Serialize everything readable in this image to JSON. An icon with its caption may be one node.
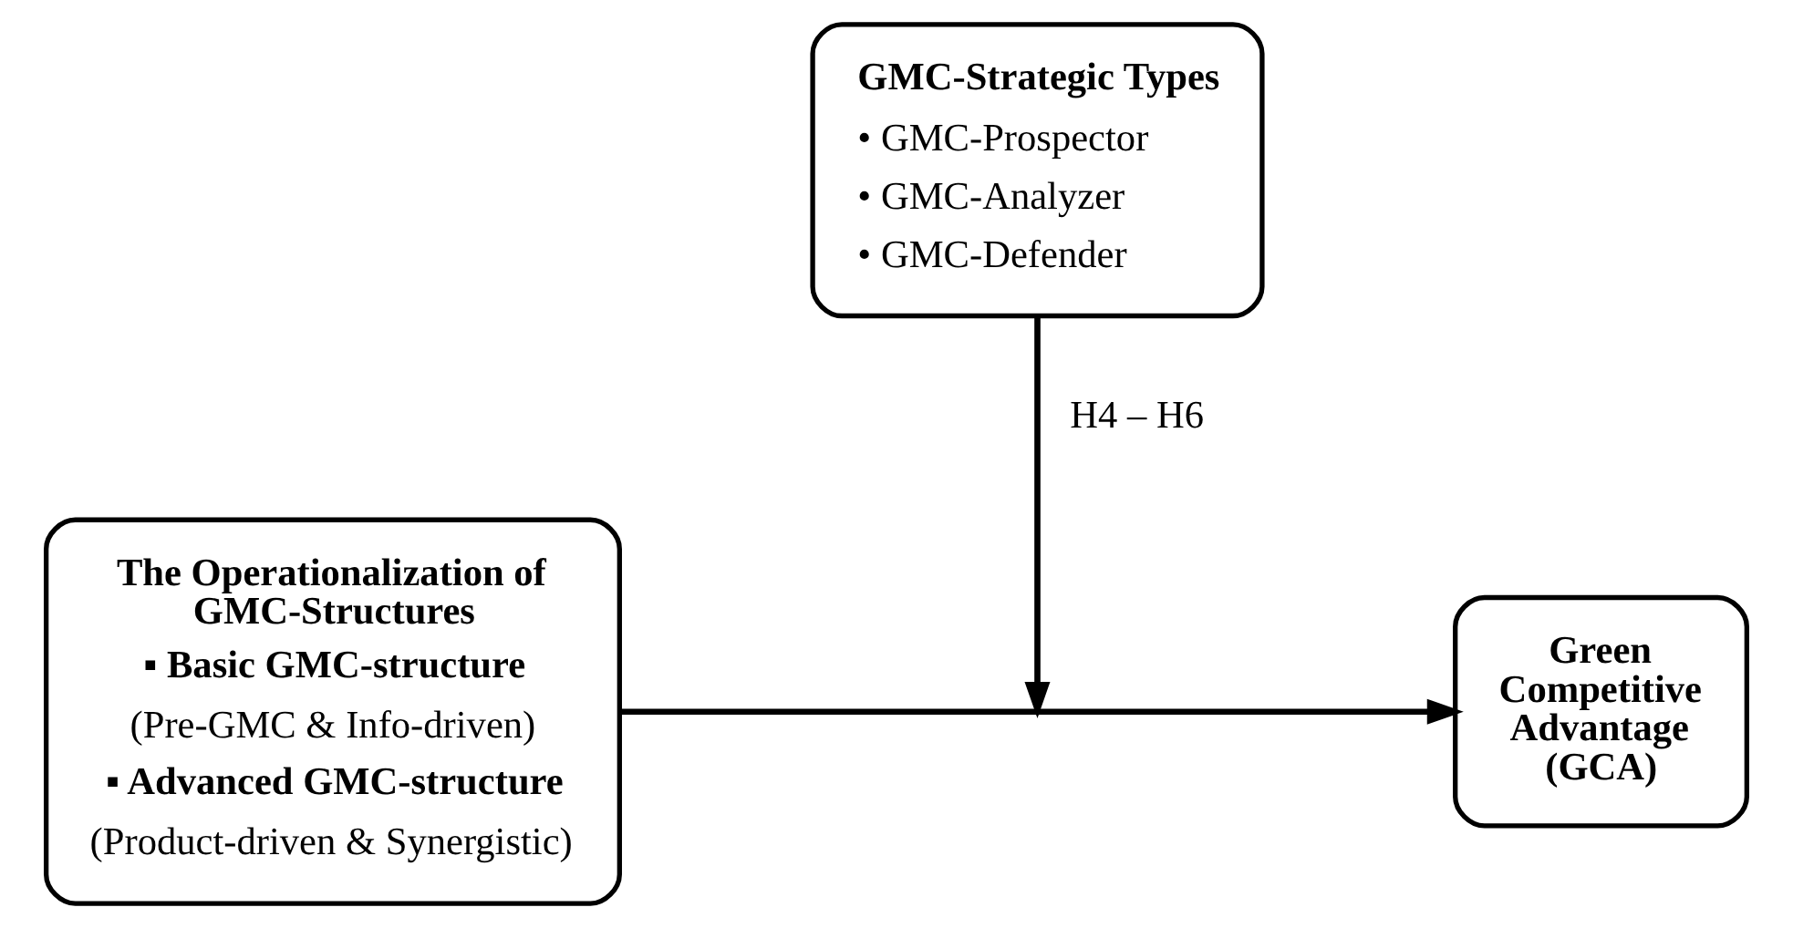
{
  "diagram": {
    "nodes": [
      {
        "text": [
          "GMC-Strategic Types",
          "• GMC-Prospector",
          "• GMC-Analyzer",
          "• GMC-Defender"
        ]
      },
      {
        "text": [
          "The Operationalization of GMC-Structures",
          "▪ Basic GMC-structure",
          "(Pre-GMC & Info-driven)",
          "▪ Advanced GMC-structure",
          "(Product-driven & Synergistic)"
        ]
      },
      {
        "text": [
          "Green Competitive Advantage (GCA)"
        ]
      }
    ],
    "edges": [
      {
        "from": 1,
        "to": 2,
        "arrow": "to"
      },
      {
        "from": 0,
        "to": null,
        "arrow": "to",
        "label": "H4 – H6"
      }
    ]
  }
}
